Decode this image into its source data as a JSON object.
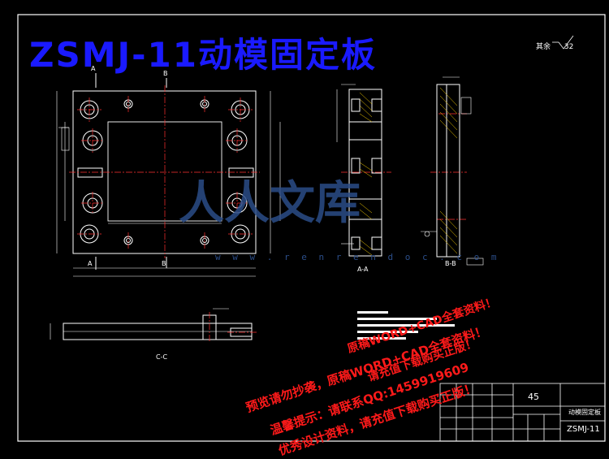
{
  "banner": {
    "title": "ZSMJ-11动模固定板",
    "color": "#1a1aff"
  },
  "roughness": {
    "label": "其余",
    "value": "32"
  },
  "views": {
    "front": {
      "section_a": "A",
      "section_b": "B"
    },
    "section_aa": "A-A",
    "section_bb": "B-B",
    "section_cc": "C-C"
  },
  "logo": {
    "text": "人人文库",
    "url": "w w w . r e n r e n d o c . c o m"
  },
  "watermarks": [
    "预览请勿抄袭，原稿WORD+CAD全套资料！",
    "温馨提示：请联系QQ:1459919609",
    "优秀设计资料，请充值下载购买正版！",
    "原稿WORD+CAD全套资料！",
    "请充值下载购买正版！"
  ],
  "title_block": {
    "material": "45",
    "part_name": "动模固定板",
    "drawing_no": "ZSMJ-11"
  }
}
